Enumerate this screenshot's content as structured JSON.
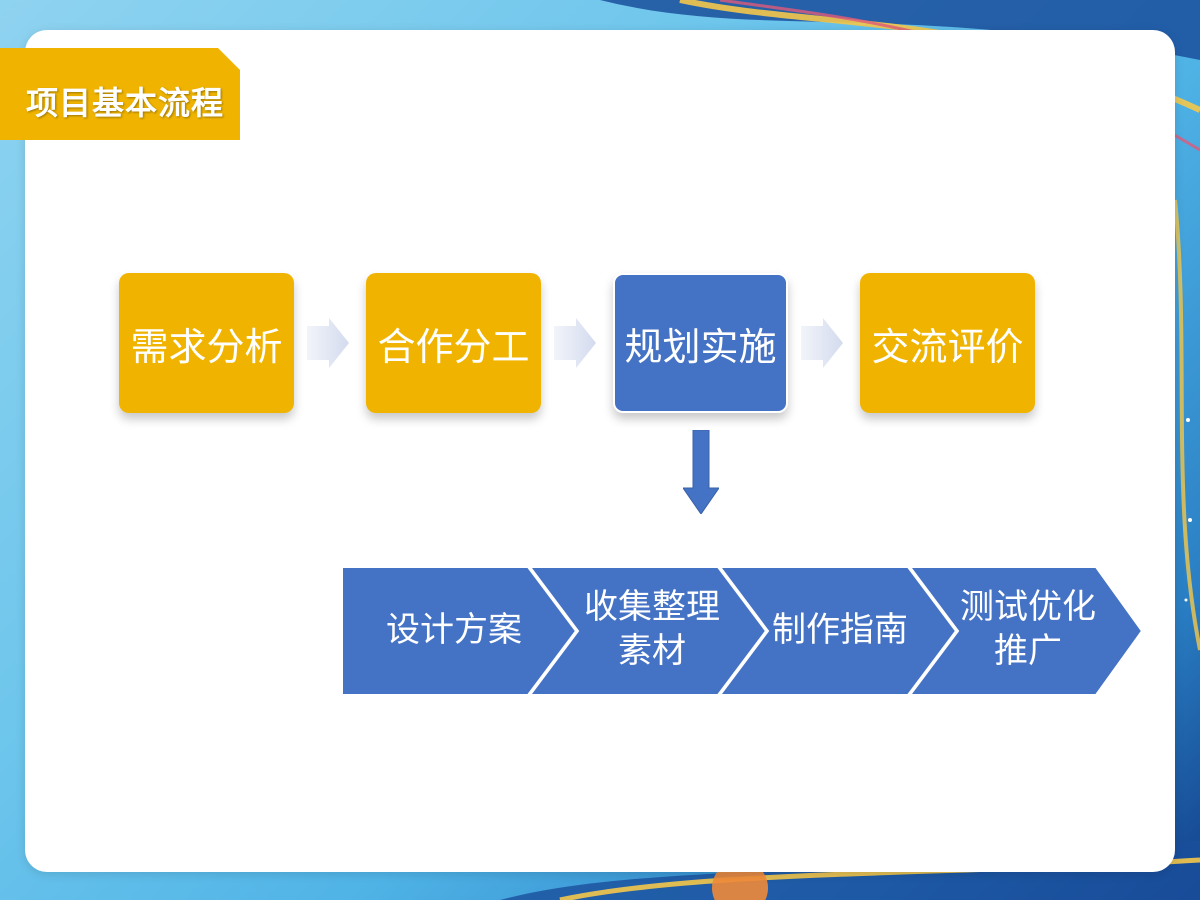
{
  "title": "项目基本流程",
  "steps": [
    {
      "label": "需求分析",
      "color": "#f0b400"
    },
    {
      "label": "合作分工",
      "color": "#f0b400"
    },
    {
      "label": "规划实施",
      "color": "#4472c4"
    },
    {
      "label": "交流评价",
      "color": "#f0b400"
    }
  ],
  "substeps": [
    {
      "line1": "设计方案",
      "line2": ""
    },
    {
      "line1": "收集整理",
      "line2": "素材"
    },
    {
      "line1": "制作指南",
      "line2": ""
    },
    {
      "line1": "测试优化",
      "line2": "推广"
    }
  ],
  "colors": {
    "accent_gold": "#f0b400",
    "accent_blue": "#4472c4",
    "panel": "#ffffff"
  }
}
